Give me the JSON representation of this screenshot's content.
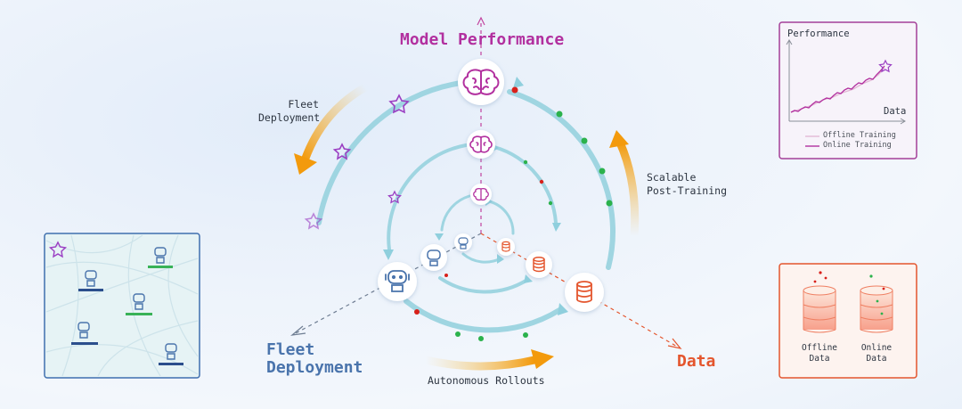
{
  "axes": {
    "model_performance": "Model Performance",
    "fleet_deployment": "Fleet\nDeployment",
    "data": "Data"
  },
  "arcs": {
    "fleet_deployment": "Fleet\nDeployment",
    "scalable_post_training": "Scalable\nPost-Training",
    "autonomous_rollouts": "Autonomous Rollouts"
  },
  "chart_panel": {
    "ylabel": "Performance",
    "xlabel": "Data",
    "legend": [
      "Offline Training",
      "Online Training"
    ]
  },
  "data_panel": {
    "offline_label": "Offline\nData",
    "online_label": "Online\nData"
  },
  "colors": {
    "magenta": "#b2309f",
    "blue": "#4a74ac",
    "orange": "#e4552d",
    "cyan_arc": "#9fd5e1",
    "arrow_orange": "#f1a21a",
    "purple": "#9b3fc3",
    "green_dot": "#2bb24c",
    "red_dot": "#d8201a"
  },
  "icons": [
    "brain-icon",
    "robot-icon",
    "database-icon",
    "star-icon"
  ]
}
